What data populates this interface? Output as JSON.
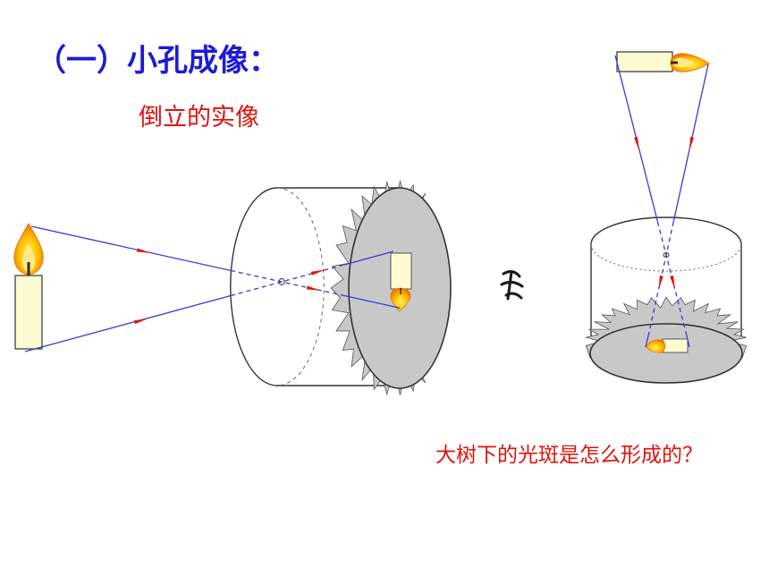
{
  "slide": {
    "title": "（一）小孔成像：",
    "subtitle": "倒立的实像",
    "question": "大树下的光斑是怎么形成的？"
  },
  "colors": {
    "title": "#1c1cd6",
    "accent": "#e3120b",
    "ray": "#3a3ad6",
    "arrow": "#e3120b",
    "screen": "#c8c8c8",
    "candle": "#fdfbd2",
    "flame": "#ffb400"
  },
  "icons": [
    "candle-icon",
    "flame-icon",
    "pinhole-icon",
    "arrow-icon"
  ]
}
